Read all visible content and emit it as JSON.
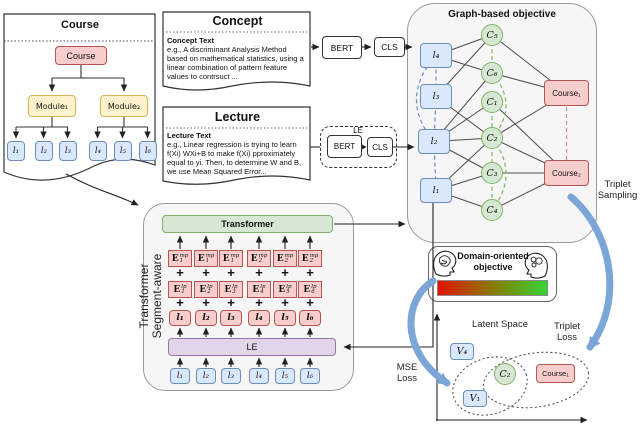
{
  "course_panel": {
    "title": "Course",
    "root_label": "Course",
    "module_labels": [
      "Module₁",
      "Module₂"
    ],
    "lecture_labels": [
      "l₁",
      "l₂",
      "l₃",
      "l₄",
      "l₅",
      "l₆"
    ]
  },
  "concept_panel": {
    "title": "Concept",
    "heading": "Concept Text",
    "body": "e.g., A discriminant Analysis Method based on mathematical statistics, using a linear combination of pattern feature values to contrsuct ..."
  },
  "lecture_doc_panel": {
    "title": "Lecture",
    "heading": "Lecture Text",
    "body": "e.g., Linear regression is trying to learn f(Xi) WXi+B to make f(Xi) pproximately equal to yi. Then, to determine W and B, we use Mean Squared Error..."
  },
  "encoder_top": {
    "bert_label": "BERT",
    "cls_label": "CLS"
  },
  "encoder_le": {
    "group_label": "LE",
    "bert_label": "BERT",
    "cls_label": "CLS"
  },
  "graph_panel": {
    "title": "Graph-based objective",
    "lecture_nodes": [
      {
        "id": "l4",
        "label": "l₄"
      },
      {
        "id": "l3",
        "label": "l₃"
      },
      {
        "id": "l2",
        "label": "l₂"
      },
      {
        "id": "l1",
        "label": "l₁"
      }
    ],
    "concept_nodes": [
      {
        "id": "C5",
        "label": "C₅"
      },
      {
        "id": "C6",
        "label": "C₆"
      },
      {
        "id": "C1",
        "label": "C₁"
      },
      {
        "id": "C2",
        "label": "C₂"
      },
      {
        "id": "C3",
        "label": "C₃"
      },
      {
        "id": "C4",
        "label": "C₄"
      }
    ],
    "course_nodes": [
      {
        "id": "Course1",
        "label": "Course₁"
      },
      {
        "id": "Course2",
        "label": "Course₂"
      }
    ],
    "edges": {
      "solid": [
        [
          "l4",
          "C5"
        ],
        [
          "l4",
          "C6"
        ],
        [
          "l3",
          "C5"
        ],
        [
          "l3",
          "C2"
        ],
        [
          "l2",
          "C6"
        ],
        [
          "l2",
          "C1"
        ],
        [
          "l2",
          "C2"
        ],
        [
          "l2",
          "C3"
        ],
        [
          "l1",
          "C2"
        ],
        [
          "l1",
          "C3"
        ],
        [
          "l1",
          "C4"
        ],
        [
          "C5",
          "Course1"
        ],
        [
          "C6",
          "Course1"
        ],
        [
          "C2",
          "Course1"
        ],
        [
          "C1",
          "Course2"
        ],
        [
          "C2",
          "Course2"
        ],
        [
          "C3",
          "Course2"
        ],
        [
          "C4",
          "Course2"
        ]
      ],
      "dashed_blue": [
        [
          "l4",
          "l3"
        ],
        [
          "l3",
          "l2"
        ],
        [
          "l2",
          "l1"
        ]
      ],
      "dashed_blue_arcs": [
        [
          "l4",
          "l2"
        ]
      ],
      "dashed_green": [
        [
          "C5",
          "C6"
        ],
        [
          "C1",
          "C2"
        ],
        [
          "C2",
          "C3"
        ],
        [
          "C3",
          "C4"
        ]
      ],
      "dashed_green_arcs": [
        [
          "C6",
          "C2"
        ],
        [
          "C2",
          "C4"
        ]
      ],
      "dashed_red": [
        [
          "Course1",
          "Course2"
        ]
      ]
    }
  },
  "triplet_sampling": {
    "line1": "Triplet",
    "line2": "Sampling"
  },
  "segment_transformer": {
    "side_label_right": "Segment-aware",
    "side_label_left": "Transformer",
    "transformer_bar": "Transformer",
    "le_bar": "LE",
    "plus": "+",
    "e_base": "E",
    "mp_row": [
      {
        "sup": "mp",
        "sub": "1"
      },
      {
        "sup": "mp",
        "sub": "1"
      },
      {
        "sup": "mp",
        "sub": "1"
      },
      {
        "sup": "mp",
        "sub": "2"
      },
      {
        "sup": "mp",
        "sub": "2"
      },
      {
        "sup": "mp",
        "sub": "2"
      }
    ],
    "lp_row": [
      {
        "sup": "lp",
        "sub": "1"
      },
      {
        "sup": "lp",
        "sub": "2"
      },
      {
        "sup": "lp",
        "sub": "3"
      },
      {
        "sup": "lp",
        "sub": "4"
      },
      {
        "sup": "lp",
        "sub": "5"
      },
      {
        "sup": "lp",
        "sub": "6"
      }
    ],
    "token_row": [
      "l₁",
      "l₂",
      "l₃",
      "l₄",
      "l₅",
      "l₆"
    ],
    "input_row": [
      "l₁",
      "l₂",
      "l₃",
      "l₄",
      "l₅",
      "l₆"
    ]
  },
  "domain_panel": {
    "title_line1": "Domain-oriented",
    "title_line2": "objective",
    "gradient_colors": [
      "#e01400",
      "#8a7a00",
      "#35d435"
    ]
  },
  "latent_space": {
    "title": "Latent Space",
    "triplet_loss_line1": "Triplet",
    "triplet_loss_line2": "Loss",
    "mse_loss_line1": "MSE",
    "mse_loss_line2": "Loss",
    "v4_label": "V₄",
    "v1_label": "V₁",
    "c2_label": "C₂",
    "course1_label": "Course₁"
  },
  "colors": {
    "lecture_node": "#dae8fc",
    "concept_node": "#d5e8d4",
    "course_node": "#f8cecc",
    "module_node": "#fff2cc",
    "transformer_bar": "#d5e8d4",
    "le_bar": "#e1d5e7",
    "big_arrow_blue": "#7da6d8"
  }
}
